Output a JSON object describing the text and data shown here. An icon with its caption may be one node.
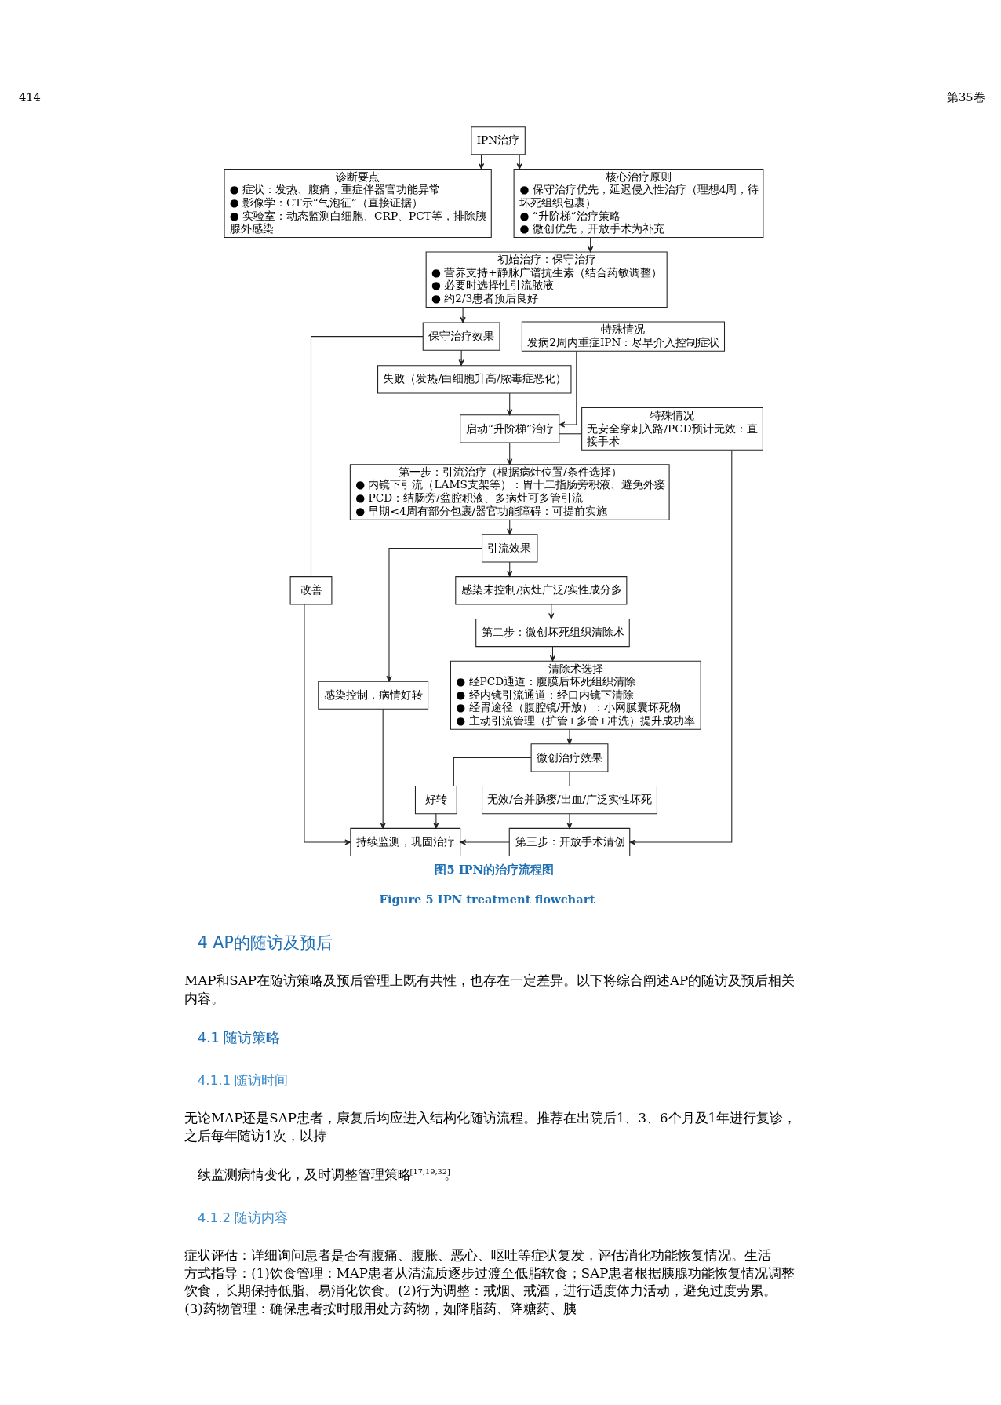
{
  "diagram": {
    "caption": "图5 IPN的治疗流程图",
    "nodes": [
      {
        "text": [
          "IPN治疗"
        ]
      },
      {
        "text": [
          "诊断要点",
          "● 症状：发热、腹痛，重症伴器官功能异常",
          "● 影像学：CT示“气泡征”（直接证据）",
          "● 实验室：动态监测白细胞、CRP、PCT等，排除胰腺外感染"
        ]
      },
      {
        "text": [
          "核心治疗原则",
          "● 保守治疗优先，延迟侵入性治疗（理想4周，待坏死组织包裹）",
          "● “升阶梯”治疗策略",
          "● 微创优先，开放手术为补充"
        ]
      },
      {
        "text": [
          "初始治疗：保守治疗",
          "● 营养支持+静脉广谱抗生素（结合药敏调整）",
          "● 必要时选择性引流脓液",
          "● 约2/3患者预后良好"
        ]
      },
      {
        "text": [
          "保守治疗效果"
        ]
      },
      {
        "text": [
          "特殊情况",
          "发病2周内重症IPN：尽早介入控制症状"
        ]
      },
      {
        "text": [
          "失败（发热/白细胞升高/脓毒症恶化）"
        ]
      },
      {
        "text": [
          "启动“升阶梯”治疗"
        ]
      },
      {
        "text": [
          "特殊情况",
          "无安全穿刺入路/PCD预计无效：直接手术"
        ]
      },
      {
        "text": [
          "第一步：引流治疗（根据病灶位置/条件选择）",
          "● 内镜下引流（LAMS支架等）：胃十二指肠旁积液、避免外瘘",
          "● PCD：结肠旁/盆腔积液、多病灶可多管引流",
          "● 早期<4周有部分包裹/器官功能障碍：可提前实施"
        ]
      },
      {
        "text": [
          "引流效果"
        ]
      },
      {
        "text": [
          "改善"
        ]
      },
      {
        "text": [
          "感染未控制/病灶广泛/实性成分多"
        ]
      },
      {
        "text": [
          "第二步：微创坏死组织清除术"
        ]
      },
      {
        "text": [
          "清除术选择",
          "● 经PCD通道：腹膜后坏死组织清除",
          "● 经内镜引流通道：经口内镜下清除",
          "● 经胃途径（腹腔镜/开放）：小网膜囊坏死物",
          "● 主动引流管理（扩管+多管+冲洗）提升成功率"
        ]
      },
      {
        "text": [
          "感染控制，病情好转"
        ]
      },
      {
        "text": [
          "微创治疗效果"
        ]
      },
      {
        "text": [
          "好转"
        ]
      },
      {
        "text": [
          "无效/合并肠瘘/出血/广泛实性坏死"
        ]
      },
      {
        "text": [
          "持续监测，巩固治疗"
        ]
      },
      {
        "text": [
          "第三步：开放手术清创"
        ]
      }
    ],
    "edges": [
      {
        "from": 0,
        "to": 1,
        "arrow": "to"
      },
      {
        "from": 0,
        "to": 2,
        "arrow": "to"
      },
      {
        "from": 2,
        "to": 3,
        "arrow": "to"
      },
      {
        "from": 3,
        "to": 4,
        "arrow": "to"
      },
      {
        "from": 4,
        "to": 6,
        "arrow": "to"
      },
      {
        "from": 4,
        "to": 11,
        "arrow": "none"
      },
      {
        "from": 11,
        "to": 19,
        "arrow": "to"
      },
      {
        "from": 5,
        "to": 7,
        "arrow": "to"
      },
      {
        "from": 6,
        "to": 7,
        "arrow": "to"
      },
      {
        "from": 7,
        "to": 8,
        "arrow": "none"
      },
      {
        "from": 8,
        "to": 20,
        "arrow": "to"
      },
      {
        "from": 7,
        "to": 9,
        "arrow": "to"
      },
      {
        "from": 9,
        "to": 10,
        "arrow": "to"
      },
      {
        "from": 10,
        "to": 12,
        "arrow": "to"
      },
      {
        "from": 10,
        "to": 15,
        "arrow": "to"
      },
      {
        "from": 12,
        "to": 13,
        "arrow": "to"
      },
      {
        "from": 13,
        "to": 14,
        "arrow": "to"
      },
      {
        "from": 14,
        "to": 16,
        "arrow": "to"
      },
      {
        "from": 15,
        "to": 19,
        "arrow": "to"
      },
      {
        "from": 16,
        "to": 17,
        "arrow": "none"
      },
      {
        "from": 16,
        "to": 18,
        "arrow": "none"
      },
      {
        "from": 17,
        "to": 19,
        "arrow": "to"
      },
      {
        "from": 18,
        "to": 20,
        "arrow": "to"
      },
      {
        "from": 20,
        "to": 19,
        "arrow": "to"
      }
    ],
    "labels": [
      "414",
      "第35卷",
      "Figure 5 IPN treatment flowchart",
      "4 AP的随访及预后",
      "MAP和SAP在随访策略及预后管理上既有共性，也存在一定差异。以下将综合阐述AP的随访及预后相关内容。",
      "4.1 随访策略",
      "4.1.1 随访时间",
      "无论MAP还是SAP患者，康复后均应进入结构化随访流程。推荐在出院后1、3、6个月及1年进行复诊，之后每年随访1次，以持",
      "续监测病情变化，及时调整管理策略$^{[17,19,32]}$。",
      "4.1.2 随访内容",
      "症状评估：详细询问患者是否有腹痛、腹胀、恶心、呕吐等症状复发，评估消化功能恢复情况。生活方式指导：(1)饮食管理：MAP患者从清流质逐步过渡至低脂软食；SAP患者根据胰腺功能恢复情况调整饮食，长期保持低脂、易消化饮食。(2)行为调整：戒烟、戒酒，进行适度体力活动，避免过度劳累。(3)药物管理：确保患者按时服用处方药物，如降脂药、降糖药、胰"
    ]
  }
}
